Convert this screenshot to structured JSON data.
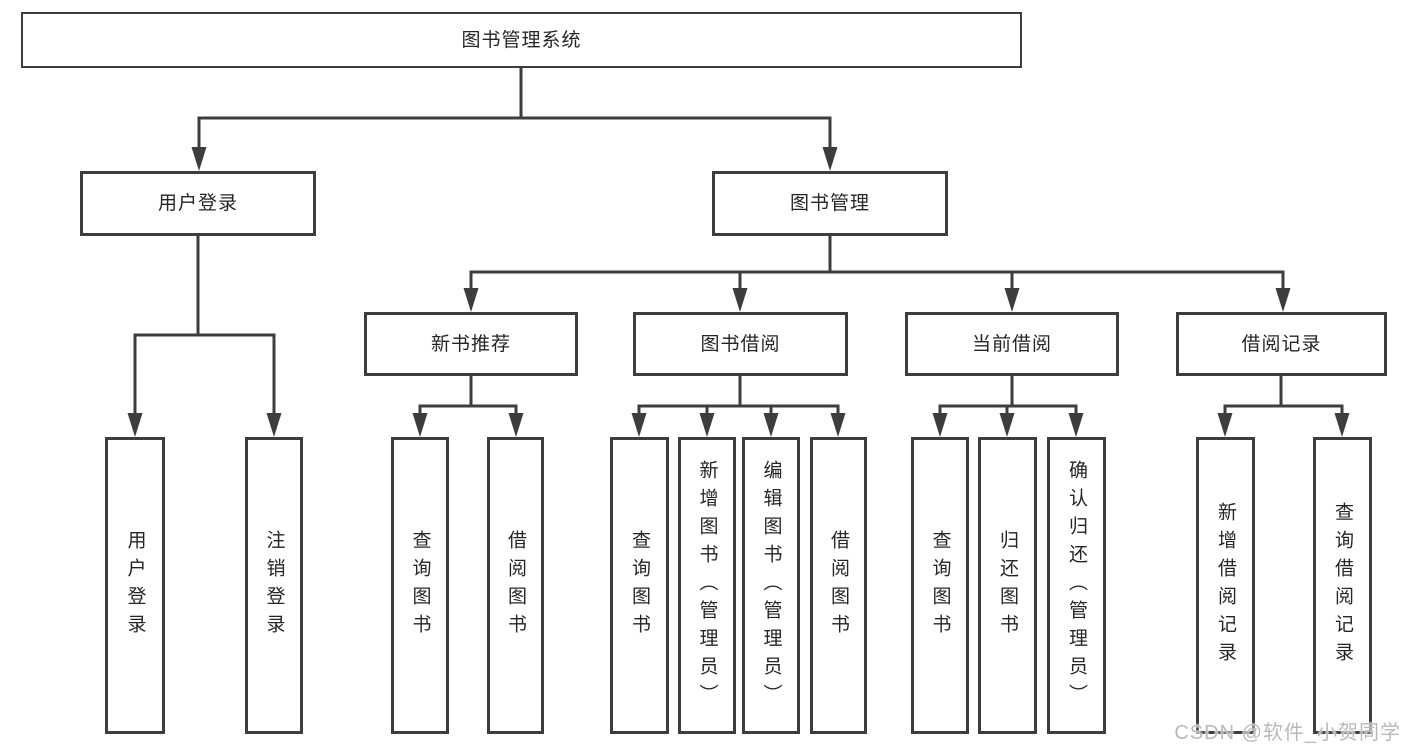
{
  "tree": {
    "label": "图书管理系统",
    "children": [
      {
        "label": "用户登录",
        "children": [
          {
            "label": "用户登录"
          },
          {
            "label": "注销登录"
          }
        ]
      },
      {
        "label": "图书管理",
        "children": [
          {
            "label": "新书推荐",
            "children": [
              {
                "label": "查询图书"
              },
              {
                "label": "借阅图书"
              }
            ]
          },
          {
            "label": "图书借阅",
            "children": [
              {
                "label": "查询图书"
              },
              {
                "label": "新增图书（管理员）"
              },
              {
                "label": "编辑图书（管理员）"
              },
              {
                "label": "借阅图书"
              }
            ]
          },
          {
            "label": "当前借阅",
            "children": [
              {
                "label": "查询图书"
              },
              {
                "label": "归还图书"
              },
              {
                "label": "确认归还（管理员）"
              }
            ]
          },
          {
            "label": "借阅记录",
            "children": [
              {
                "label": "新增借阅记录"
              },
              {
                "label": "查询借阅记录"
              }
            ]
          }
        ]
      }
    ]
  },
  "watermark": {
    "text": "CSDN @软件_小贺同学"
  },
  "colors": {
    "line_color": "#3d3d3d",
    "text_color": "#262626",
    "box_fill": "#ffffff",
    "watermark_color": "#b9b9b9",
    "bg_color": "#ffffff"
  }
}
